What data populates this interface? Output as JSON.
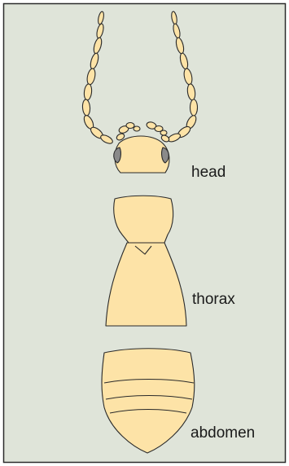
{
  "colors": {
    "background": "#dfe4d9",
    "frame": "#2b2b2b",
    "body_fill": "#fde3a7",
    "outline": "#2a2a2a",
    "eye": "#8a8a8a"
  },
  "labels": {
    "head": "head",
    "thorax": "thorax",
    "abdomen": "abdomen"
  }
}
